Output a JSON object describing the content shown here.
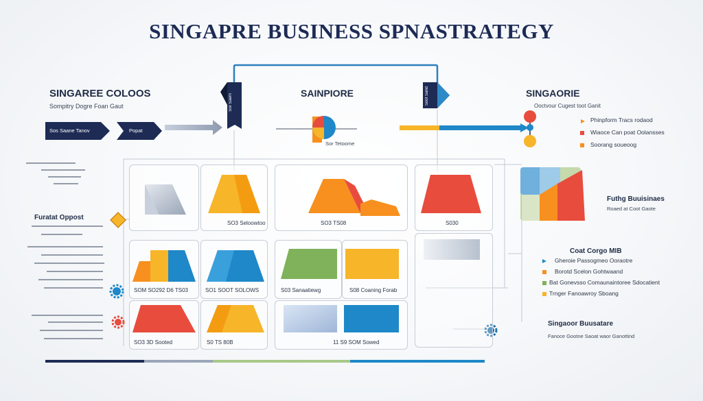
{
  "title": "SINGAPRE  BUSINESS SPNASTRATEGY",
  "left_section": {
    "heading": "SINGAREE COLOOS",
    "subheading": "Sompitry Dogre Foan Gaut",
    "arrow_1": "Sos Saane Tanov",
    "arrow_2": "Popat"
  },
  "center_section": {
    "heading": "SAINPIORE",
    "caption": "Sor Tetoome"
  },
  "right_section": {
    "heading": "SINGAORIE",
    "subheading": "Ooctvour Cugest toot Ganit",
    "items": [
      "Phinpform Tracs rodaod",
      "Wiaoce Can poat Oolansses",
      "Soorang soueoog"
    ]
  },
  "flag_labels": {
    "flag_1": "Sor Saem",
    "flag_2": "Soot Sand"
  },
  "side_labels": {
    "forecast": "Furatat Oppost",
    "futhg_title": "Futhg Buuisinaes",
    "futhg_sub": "Roaed at Coot Gaote"
  },
  "grid_captions": {
    "r1c2": "SO3  Seloowtoo",
    "r1c3": "SO3  TS08",
    "r1c4": "S030",
    "r2c1": "SOM  SO292 D6  TS03",
    "r2c2": "SO1  SOOT  SOLOWS",
    "r2c3": "S03  Sanaatiewg",
    "r2c4": "S08  Coaning Forab",
    "r3c1": "SO3     3D Sooted",
    "r3c2": "S0                 TS 80B",
    "r3c3": "11        S9  SOM Sowed"
  },
  "cost_legend": {
    "title": "Coat Corgo MIB",
    "items": [
      "Gheroie  Passogmeo Ooraotre",
      "Borotd Scelon Gohtwaand",
      "Bat Gonevsso Comaunaintoree Sdocatient",
      "Trnger Fanoawroy Sboang"
    ]
  },
  "bottom_right": {
    "title": "Singaoor Buusatare",
    "subtitle": "Fanoce Gootne Saoat waor Ganottind"
  },
  "colors": {
    "navy": "#1d2b55",
    "blue": "#1e88c8",
    "orange": "#f7901e",
    "yellow": "#f7b52a",
    "red": "#e84c3d",
    "green": "#7fb25a",
    "light_blue": "#aac8e6"
  },
  "icons": [
    "chevron-right-icon",
    "diamond-icon",
    "gear-icon",
    "flag-icon",
    "bullet-arrow-icon"
  ]
}
